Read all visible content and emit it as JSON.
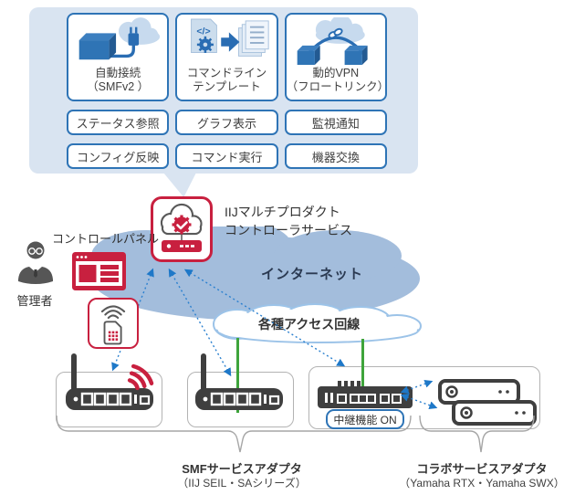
{
  "features": {
    "columns": [
      {
        "title": "自動接続\n（SMFv2 ）",
        "items": [
          "ステータス参照",
          "コンフィグ反映"
        ]
      },
      {
        "title": "コマンドライン\nテンプレート",
        "items": [
          "グラフ表示",
          "コマンド実行"
        ]
      },
      {
        "title": "動的VPN\n（フロートリンク）",
        "items": [
          "監視通知",
          "機器交換"
        ]
      }
    ],
    "code_glyph": "</>"
  },
  "controller": {
    "name": "IIJマルチプロダクト\nコントローラサービス"
  },
  "admin": {
    "label": "管理者",
    "panel_label": "コントロールパネル"
  },
  "clouds": {
    "internet": "インターネット",
    "access": "各種アクセス回線"
  },
  "devices": {
    "relay_badge": "中継機能 ON"
  },
  "groups": [
    {
      "title": "SMFサービスアダプタ",
      "subtitle": "（IIJ SEIL・SAシリーズ）"
    },
    {
      "title": "コラボサービスアダプタ",
      "subtitle": "（Yamaha RTX・Yamaha SWX）"
    }
  ],
  "icons": [
    "auto-connect-icon",
    "cli-template-icon",
    "dynamic-vpn-icon",
    "controller-cloud-icon",
    "control-panel-icon",
    "admin-person-icon",
    "sim-wifi-icon",
    "router-icon",
    "switch-icon",
    "rack-device-icon",
    "wifi-red-icon"
  ],
  "colors": {
    "accent_red": "#c8203f",
    "accent_blue": "#2e74b6",
    "icon_blue": "#2a6db3",
    "icon_blue_light": "#c7daee",
    "internet_cloud": "#a3bddc",
    "line_green": "#3ea43b",
    "arrow_blue": "#2b80cf",
    "device_dark": "#3f3f3f",
    "panel_bg": "#d9e4f1"
  }
}
